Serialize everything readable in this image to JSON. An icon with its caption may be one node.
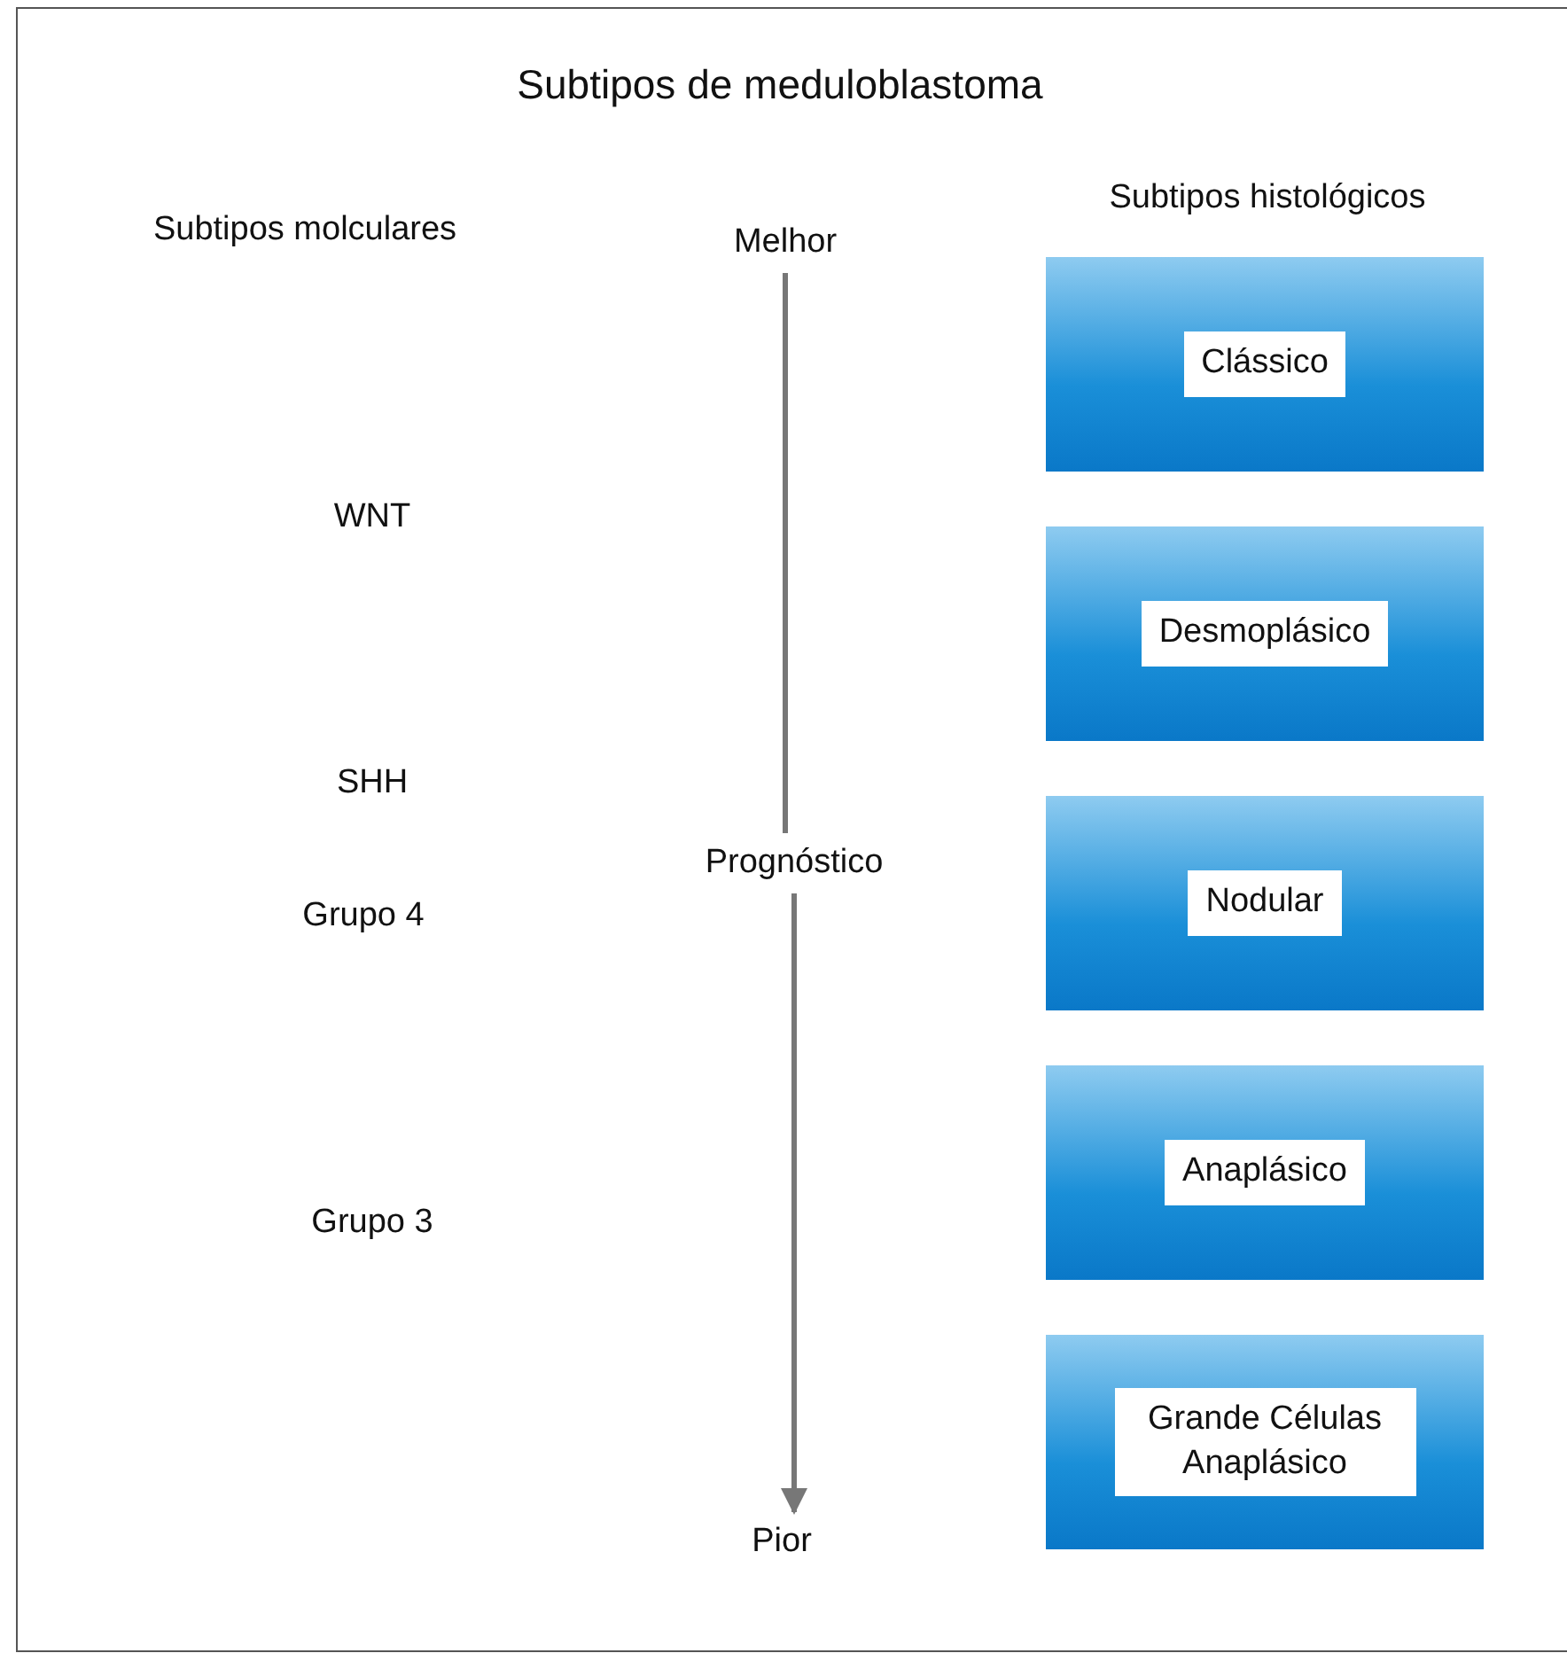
{
  "diagram": {
    "title": "Subtipos de meduloblastoma",
    "nodes": [
      {
        "text": [
          "Clássico"
        ]
      },
      {
        "text": [
          "Desmoplásico"
        ]
      },
      {
        "text": [
          "Nodular"
        ]
      },
      {
        "text": [
          "Anaplásico"
        ]
      },
      {
        "text": [
          "Grande Células Anaplásico"
        ]
      },
      {
        "text": [
          "Melhor"
        ]
      },
      {
        "text": [
          "Prognóstico"
        ]
      },
      {
        "text": [
          "Pior"
        ]
      }
    ],
    "edges": [
      {
        "from": 5,
        "to": 6,
        "arrow": "none"
      },
      {
        "from": 6,
        "to": 7,
        "arrow": "to"
      }
    ],
    "labels": [
      "Subtipos molculares",
      "Subtipos histológicos",
      "WNT",
      "SHH",
      "Grupo 4",
      "Grupo 3"
    ]
  }
}
